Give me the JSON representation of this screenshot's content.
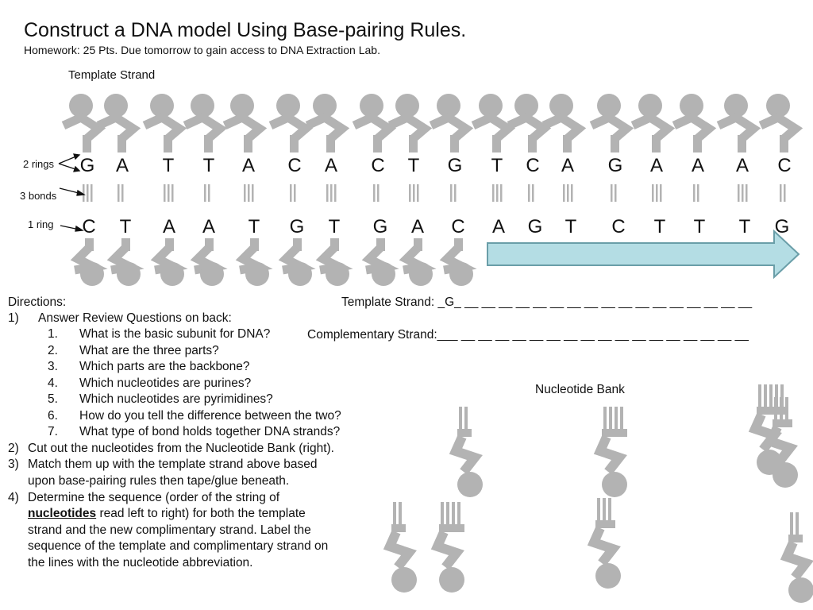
{
  "header": {
    "title": "Construct a DNA model Using Base-pairing Rules.",
    "subtitle": "Homework: 25 Pts. Due tomorrow to gain access to DNA Extraction Lab."
  },
  "model": {
    "template_label": "Template Strand",
    "labels": {
      "two_rings": "2 rings",
      "three_bonds": "3 bonds",
      "one_ring": "1 ring"
    },
    "top_bases": [
      "G",
      "A",
      "T",
      "T",
      "A",
      "C",
      "A",
      "C",
      "T",
      "G",
      "T",
      "C",
      "A",
      "G",
      "A",
      "A",
      "A",
      "C"
    ],
    "bottom_bases": [
      "C",
      "T",
      "A",
      "A",
      "T",
      "G",
      "T",
      "G",
      "A",
      "C",
      "A",
      "G",
      "T",
      "C",
      "T",
      "T",
      "T",
      "G"
    ],
    "colors": {
      "nucleotide": "#b3b3b3",
      "arrow_fill": "#b4dde4",
      "arrow_stroke": "#6a9ea8"
    }
  },
  "directions": {
    "heading": "Directions:",
    "item1_num": "1)",
    "item1": "Answer Review Questions on back:",
    "questions": [
      {
        "n": "1.",
        "t": "What is the basic subunit for DNA?"
      },
      {
        "n": "2.",
        "t": "What are the three parts?"
      },
      {
        "n": "3.",
        "t": "Which parts are the backbone?"
      },
      {
        "n": "4.",
        "t": "Which nucleotides are purines?"
      },
      {
        "n": "5.",
        "t": "Which nucleotides are pyrimidines?"
      },
      {
        "n": "6.",
        "t": "How do you tell the difference between the two?"
      },
      {
        "n": "7.",
        "t": "What type of bond holds together DNA strands?"
      }
    ],
    "item2_num": "2)",
    "item2": "Cut out the nucleotides from the Nucleotide Bank (right).",
    "item3_num": "3)",
    "item3_line1": "Match them up with the template strand above based",
    "item3_line2": "upon base-pairing rules then tape/glue beneath.",
    "item4_num": "4)",
    "item4_line1": "Determine the sequence (order of the string of",
    "item4_kw": "nucleotides",
    "item4_line2_rest": " read left to right) for both the template",
    "item4_line3": "strand and the new complimentary strand. Label the",
    "item4_line4": "sequence of the template and complimentary strand on",
    "item4_line5": "the lines with the nucleotide abbreviation."
  },
  "answers": {
    "template_line": "Template Strand: _G_ __ __ __ __ __ __ __ __ __ __ __ __ __ __ __ __ __",
    "complementary_line": "Complementary Strand:___ __ __ __ __ __ __ __ __ __ __ __ __ __ __ __ __ __"
  },
  "bank": {
    "label": "Nucleotide Bank"
  }
}
